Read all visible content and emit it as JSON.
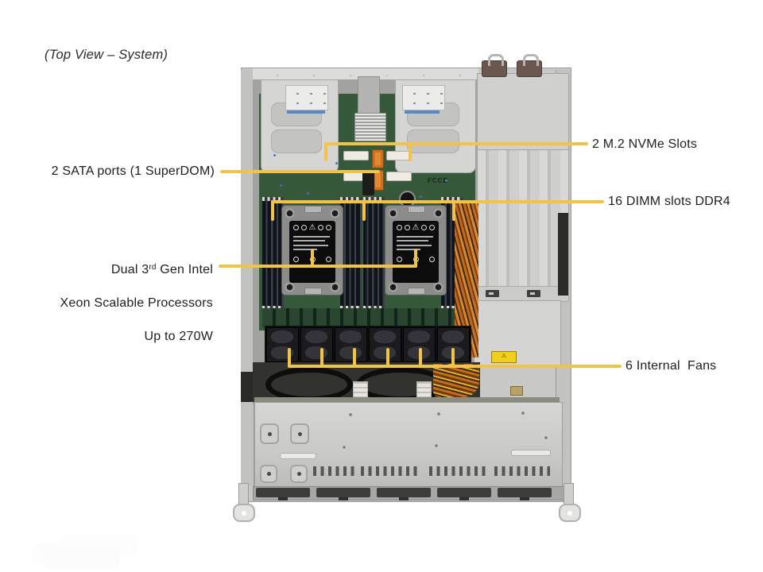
{
  "title": "(Top View – System)",
  "colors": {
    "callout": "#F1C349",
    "label_text": "#1E1E1E",
    "pcb_green": "#35593A",
    "chassis_gray": "#C8C8C6"
  },
  "callouts": {
    "m2": {
      "label": "2 M.2 NVMe Slots"
    },
    "sata": {
      "label": "2 SATA ports (1 SuperDOM)"
    },
    "dimm": {
      "label": "16 DIMM slots DDR4"
    },
    "cpu": {
      "line1_prefix": "Dual 3",
      "line1_sup": "rd",
      "line1_suffix": " Gen Intel",
      "line2": "Xeon Scalable Processors",
      "line3": "Up to 270W"
    },
    "fans": {
      "label": "6 Internal  Fans"
    }
  },
  "board_marking": "FCCE",
  "warning_glyph": "⚠"
}
